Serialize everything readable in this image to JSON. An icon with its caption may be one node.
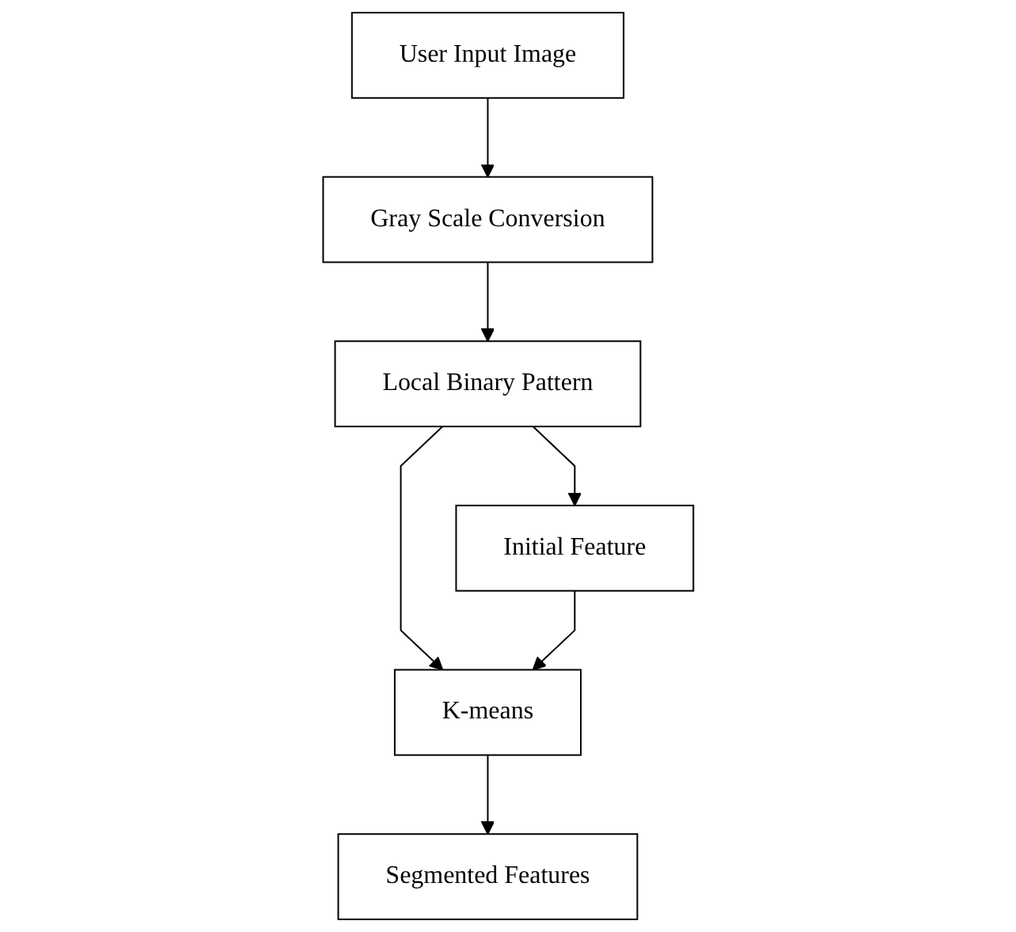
{
  "diagram": {
    "nodes": [
      {
        "text": [
          "User Input Image"
        ]
      },
      {
        "text": [
          "Gray Scale Conversion"
        ]
      },
      {
        "text": [
          "Local Binary Pattern"
        ]
      },
      {
        "text": [
          "K-means"
        ]
      },
      {
        "text": [
          "Initial Feature"
        ]
      },
      {
        "text": [
          "Segmented Features"
        ]
      }
    ],
    "edges": [
      {
        "from": 0,
        "to": 1,
        "arrow": "to"
      },
      {
        "from": 1,
        "to": 2,
        "arrow": "to"
      },
      {
        "from": 2,
        "to": 4,
        "arrow": "to"
      },
      {
        "from": 2,
        "to": 3,
        "arrow": "to"
      },
      {
        "from": 4,
        "to": 3,
        "arrow": "to"
      },
      {
        "from": 3,
        "to": 5,
        "arrow": "to"
      }
    ]
  }
}
